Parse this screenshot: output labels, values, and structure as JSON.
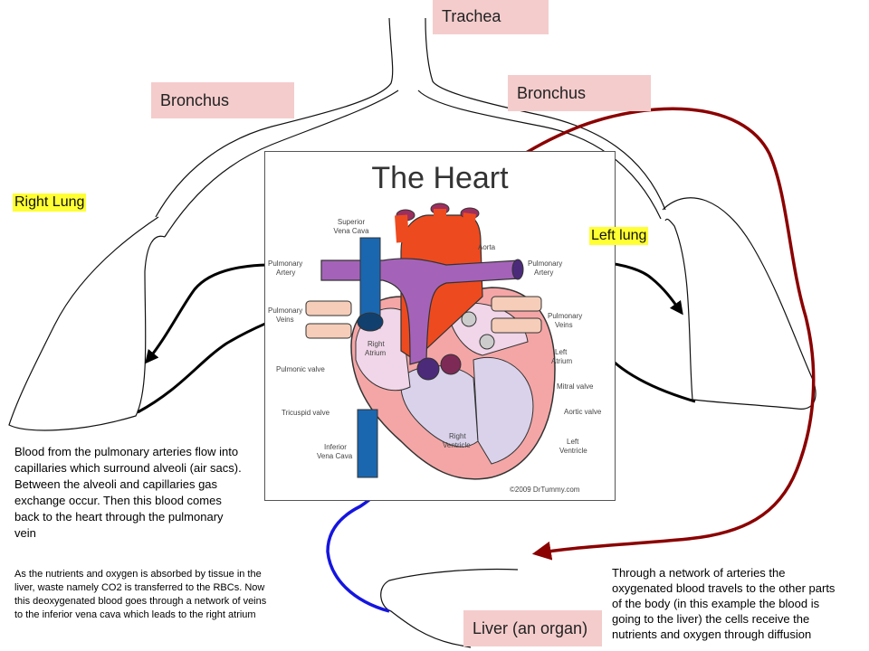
{
  "labels": {
    "trachea": "Trachea",
    "bronchus_left_side": "Bronchus",
    "bronchus_right_side": "Bronchus",
    "right_lung": "Right Lung",
    "left_lung": "Left lung",
    "liver": "Liver (an organ)"
  },
  "heart": {
    "title": "The Heart",
    "copyright": "©2009 DrTummy.com",
    "parts": {
      "superior_vena_cava": [
        "Superior",
        "Vena Cava"
      ],
      "aorta": "Aorta",
      "pulmonary_artery_left": [
        "Pulmonary",
        "Artery"
      ],
      "pulmonary_artery_right": [
        "Pulmonary",
        "Artery"
      ],
      "pulmonary_veins_left": [
        "Pulmonary",
        "Veins"
      ],
      "pulmonary_veins_right": [
        "Pulmonary",
        "Veins"
      ],
      "right_atrium": [
        "Right",
        "Atrium"
      ],
      "left_atrium": [
        "Left",
        "Atrium"
      ],
      "pulmonic_valve": "Pulmonic valve",
      "mitral_valve": "Mitral valve",
      "tricuspid_valve": "Tricuspid valve",
      "aortic_valve": "Aortic valve",
      "inferior_vena_cava": [
        "Inferior",
        "Vena Cava"
      ],
      "right_ventricle": [
        "Right",
        "Ventricle"
      ],
      "left_ventricle": [
        "Left",
        "Ventricle"
      ]
    }
  },
  "notes": {
    "pulmonary_lines": [
      "Blood from the pulmonary arteries flow into",
      "capillaries which surround alveoli (air sacs).",
      "Between the alveoli and capillaries gas",
      "exchange occur. Then this blood comes",
      "back to the heart through the pulmonary",
      "vein"
    ],
    "liver_lines": [
      "As the nutrients and oxygen is absorbed by tissue in the",
      "liver, waste namely CO2 is transferred to the RBCs. Now",
      "this deoxygenated blood goes through a network of veins",
      "to the inferior vena cava which leads to the right atrium"
    ],
    "arteries_lines": [
      "Through a network of arteries the",
      "oxygenated blood travels to the other parts",
      "of the body (in this example the blood is",
      "going to the liver) the cells receive the",
      "nutrients and oxygen through diffusion"
    ]
  },
  "colors": {
    "label_bg": "#f4cccc",
    "highlight": "#ffff33",
    "oxygenated_arrow": "#8b0000",
    "deoxygenated_arrow": "#1515e0",
    "pulmonary_arrow": "#000000"
  }
}
